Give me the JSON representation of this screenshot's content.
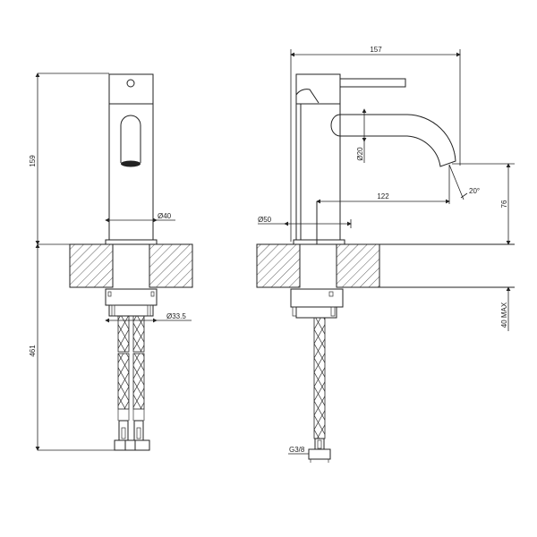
{
  "drawing": {
    "title": "Basin mixer technical drawing",
    "line_color": "#222222",
    "background": "#ffffff"
  },
  "front_view": {
    "dimensions": {
      "height_above_counter": "159",
      "height_below_counter": "461",
      "body_diameter": "Ø40",
      "hose_diameter": "Ø33.5"
    }
  },
  "side_view": {
    "dimensions": {
      "total_depth": "157",
      "spout_diameter": "Ø20",
      "spout_reach": "122",
      "spout_angle": "20°",
      "spout_height": "76",
      "base_diameter": "Ø50",
      "counter_thickness": "40 MAX",
      "connection_thread": "G3/8"
    }
  }
}
